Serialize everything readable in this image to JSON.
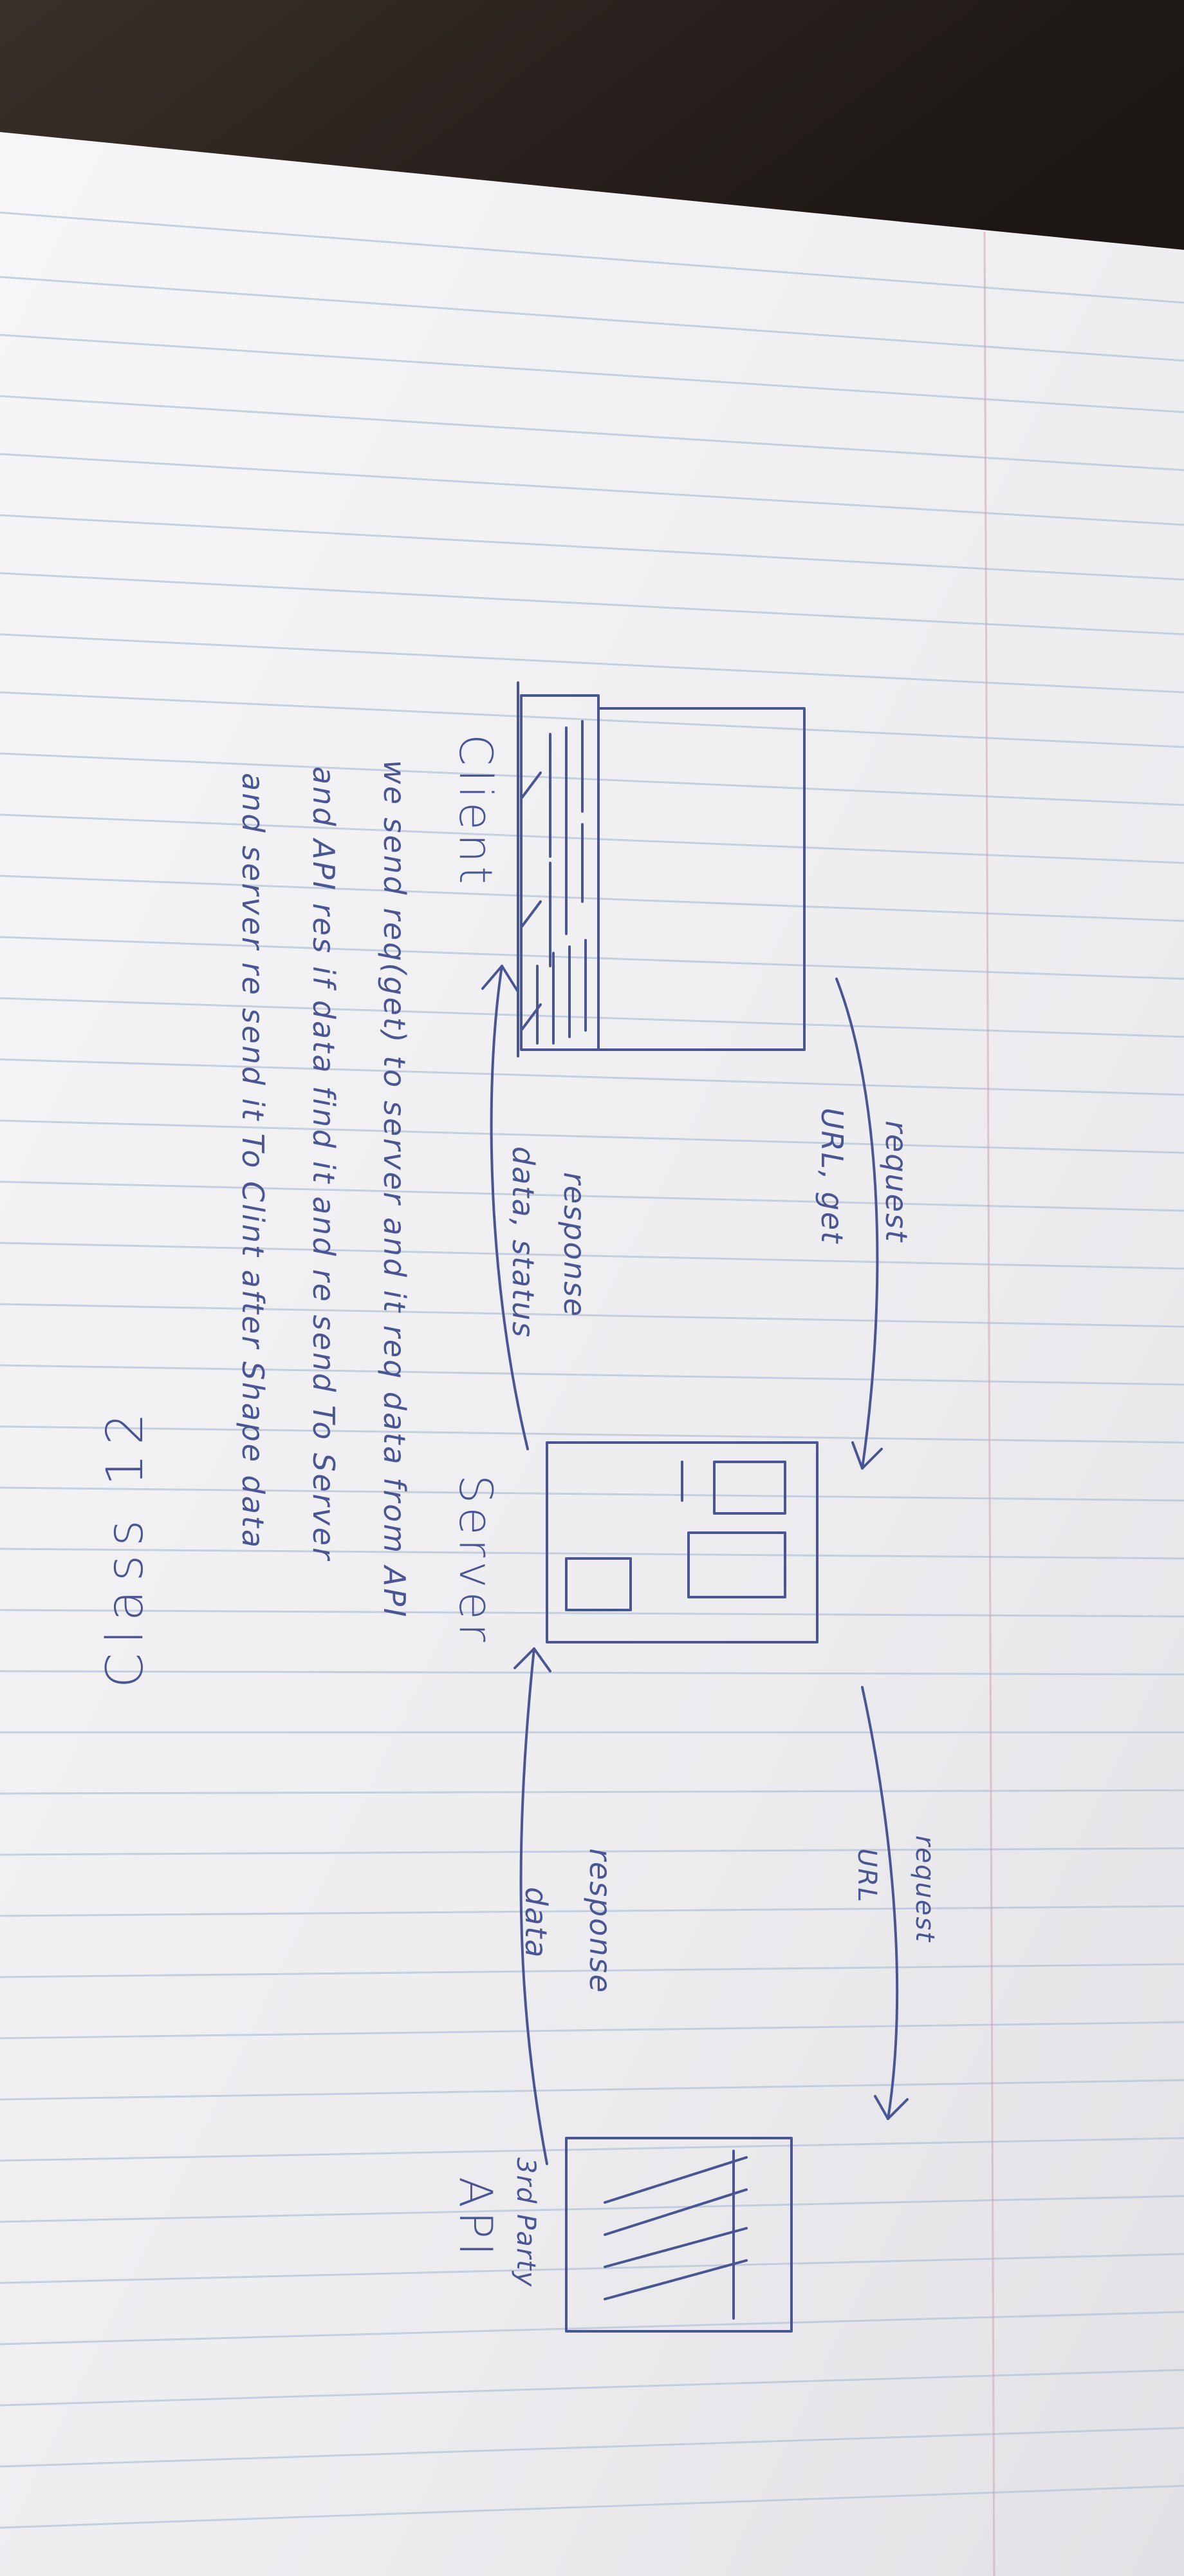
{
  "title": "Class 12",
  "nodes": {
    "client": "Client",
    "server": "Server",
    "third_party_line1": "3rd Party",
    "third_party_line2": "API"
  },
  "arrows": {
    "client_request_label": "request",
    "client_request_detail": "URL, get",
    "client_response_label": "response",
    "client_response_detail": "data, status",
    "server_request_label": "request",
    "server_request_detail": "URL",
    "server_response_label": "response",
    "server_response_detail": "data"
  },
  "notes": [
    "we send req(get) to server and it req data from API",
    "and API res if data find it and re send To Server",
    "and server re send it To Clint after Shape data"
  ],
  "colors": {
    "ink": "#4a5694",
    "paper": "#f3f3f5",
    "rule": "#b9c3d8",
    "margin_rule": "#d6a6b6",
    "background": "#2b2420"
  }
}
